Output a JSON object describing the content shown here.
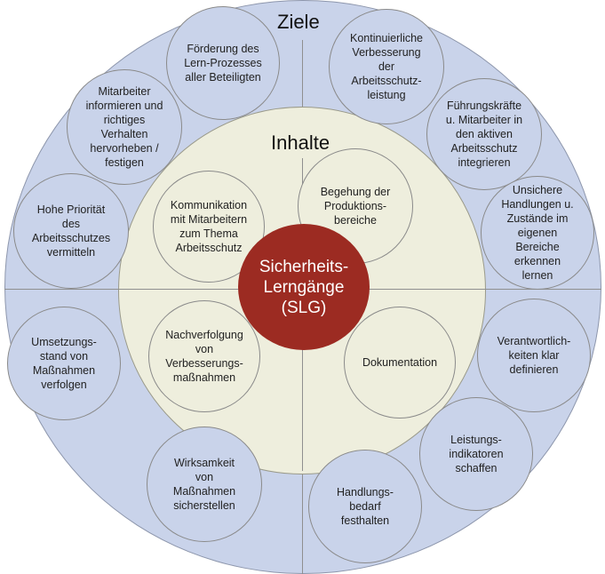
{
  "colors": {
    "outer": "#c9d3ea",
    "inner": "#eeeedd",
    "center": "#9c2b22"
  },
  "outer_title": "Ziele",
  "inner_title": "Inhalte",
  "center_label": "Sicherheits-\nLerngänge\n(SLG)",
  "ziele": [
    "Förderung des\nLern-Prozesses\naller Beteiligten",
    "Kontinuierliche\nVerbesserung\nder\nArbeitsschutz-\nleistung",
    "Mitarbeiter\ninformieren und\nrichtiges\nVerhalten\nhervorheben /\nfestigen",
    "Führungskräfte\nu. Mitarbeiter in\nden aktiven\nArbeitsschutz\nintegrieren",
    "Hohe Priorität\ndes\nArbeitsschutzes\nvermitteln",
    "Unsichere\nHandlungen u.\nZustände im\neigenen\nBereiche\nerkennen\nlernen",
    "Umsetzungs-\nstand von\nMaßnahmen\nverfolgen",
    "Verantwortlich-\nkeiten klar\ndefinieren",
    "Leistungs-\nindikatoren\nschaffen",
    "Wirksamkeit\nvon\nMaßnahmen\nsicherstellen",
    "Handlungs-\nbedarf\nfesthalten"
  ],
  "inhalte": [
    "Kommunikation\nmit Mitarbeitern\nzum Thema\nArbeitsschutz",
    "Begehung der\nProduktions-\nbereiche",
    "Nachverfolgung\nvon\nVerbesserungs-\nmaßnahmen",
    "Dokumentation"
  ]
}
